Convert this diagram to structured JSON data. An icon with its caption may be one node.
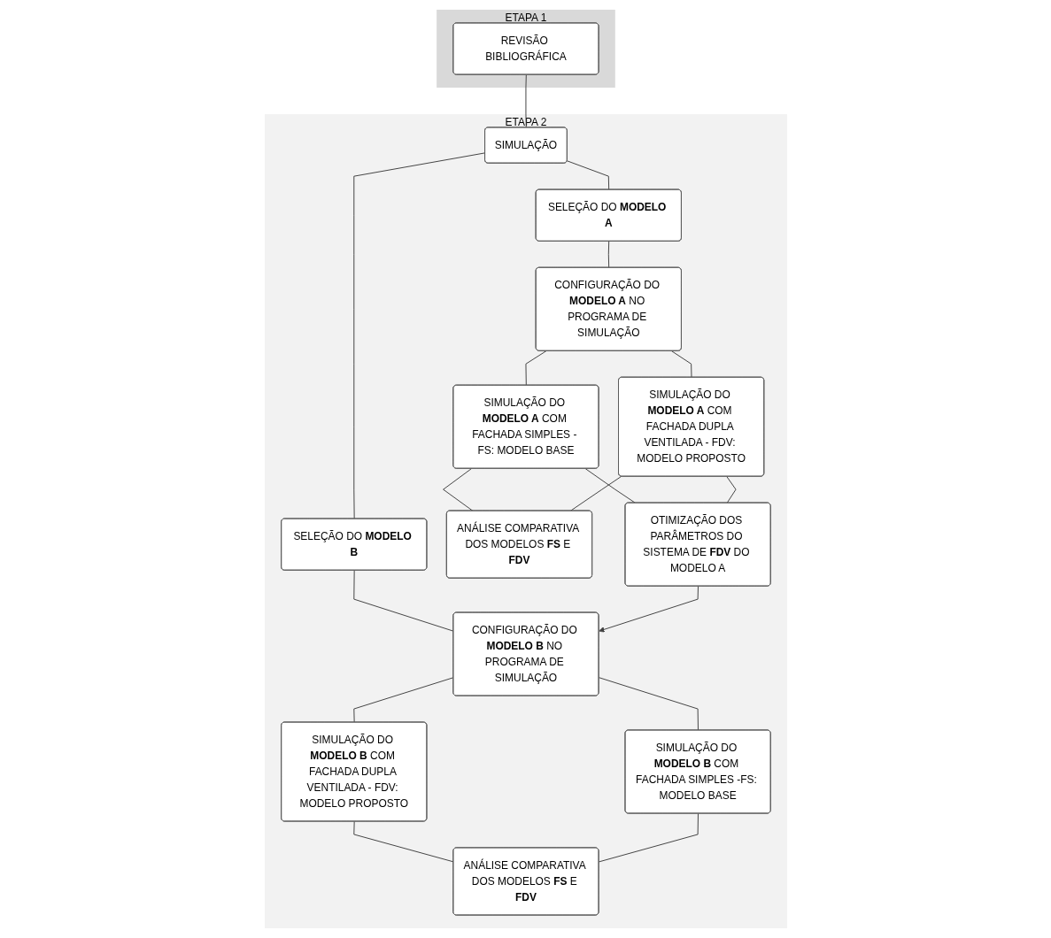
{
  "diagram": {
    "nodes": [
      {
        "text": [
          "ETAPA 1"
        ]
      },
      {
        "text": [
          "REVISÃO BIBLIOGRÁFICA"
        ],
        "in": 0
      },
      {
        "text": [
          "ETAPA 2"
        ]
      },
      {
        "text": [
          "SIMULAÇÃO"
        ],
        "in": 2
      },
      {
        "text": [
          "SELEÇÃO DO **MODELO A**"
        ],
        "in": 2
      },
      {
        "text": [
          "SELEÇÃO DO **MODELO B**"
        ],
        "in": 2
      },
      {
        "text": [
          "CONFIGURAÇÃO DO **MODELO A** NO PROGRAMA DE SIMULAÇÃO"
        ],
        "in": 2
      },
      {
        "text": [
          "CONFIGURAÇÃO DO **MODELO B** NO PROGRAMA DE SIMULAÇÃO"
        ],
        "in": 2
      },
      {
        "text": [
          "SIMULAÇÃO DO **MODELO A** COM FACHADA SIMPLES - FS: MODELO BASE"
        ],
        "in": 2
      },
      {
        "text": [
          "SIMULAÇÃO DO **MODELO A** COM FACHADA DUPLA VENTILADA - FDV: MODELO PROPOSTO"
        ],
        "in": 2
      },
      {
        "text": [
          "SIMULAÇÃO DO **MODELO B** COM FACHADA DUPLA VENTILADA - FDV: MODELO PROPOSTO"
        ],
        "in": 2
      },
      {
        "text": [
          "SIMULAÇÃO DO **MODELO B** COM FACHADA SIMPLES -FS: MODELO BASE"
        ],
        "in": 2
      },
      {
        "text": [
          "ANÁLISE COMPARATIVA DOS MODELOS **FS** E **FDV**"
        ],
        "in": 2
      },
      {
        "text": [
          "OTIMIZAÇÃO DOS PARÂMETROS DO SISTEMA DE **FDV** DO MODELO A"
        ],
        "in": 2
      },
      {
        "text": [
          "ANÁLISE COMPARATIVA DOS MODELOS **FS** E **FDV**"
        ],
        "in": 2
      }
    ],
    "edges": [
      {
        "from": 1,
        "to": 3,
        "arrow": "none"
      },
      {
        "from": 3,
        "to": 4,
        "arrow": "none"
      },
      {
        "from": 3,
        "to": 5,
        "arrow": "none"
      },
      {
        "from": 4,
        "to": 6,
        "arrow": "none"
      },
      {
        "from": 5,
        "to": 7,
        "arrow": "none"
      },
      {
        "from": 6,
        "to": 8,
        "arrow": "none"
      },
      {
        "from": 6,
        "to": 9,
        "arrow": "none"
      },
      {
        "from": 7,
        "to": 10,
        "arrow": "none"
      },
      {
        "from": 7,
        "to": 11,
        "arrow": "none"
      },
      {
        "from": 8,
        "to": 12,
        "arrow": "none"
      },
      {
        "from": 8,
        "to": 13,
        "arrow": "none"
      },
      {
        "from": 9,
        "to": 12,
        "arrow": "none"
      },
      {
        "from": 9,
        "to": 13,
        "arrow": "none"
      },
      {
        "from": 13,
        "to": 7,
        "arrow": "to"
      },
      {
        "from": 10,
        "to": 14,
        "arrow": "none"
      },
      {
        "from": 11,
        "to": 14,
        "arrow": "none"
      }
    ]
  }
}
